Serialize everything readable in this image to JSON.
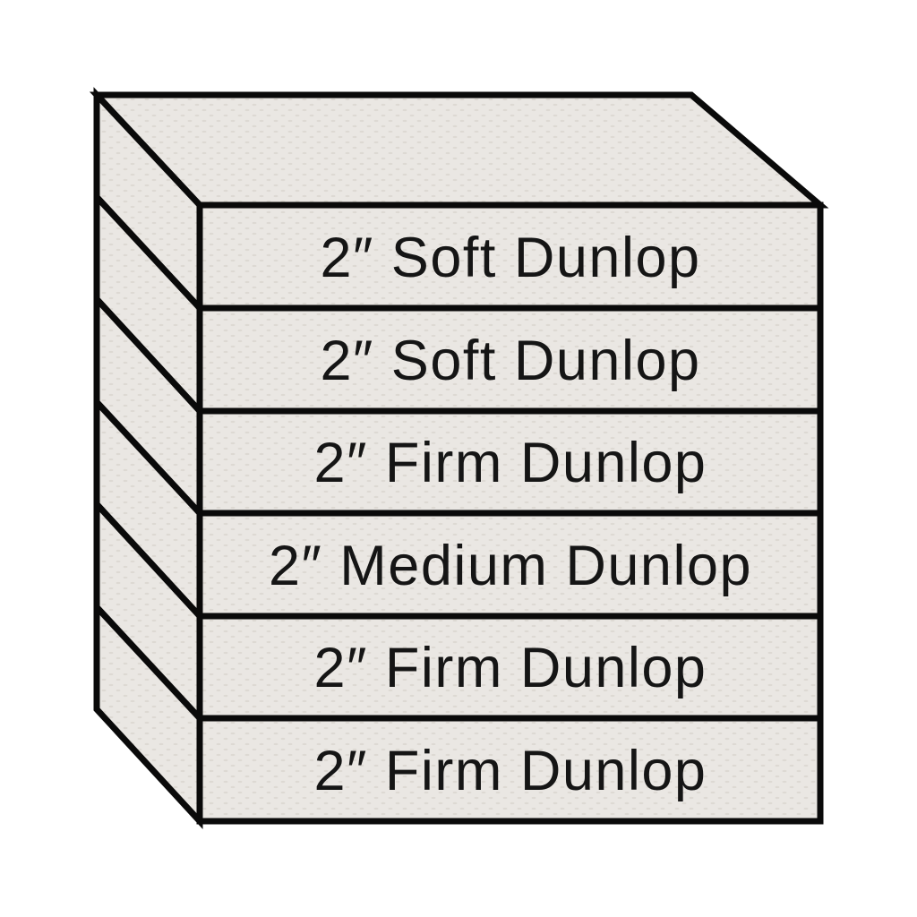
{
  "diagram": {
    "type": "mattress-layer-stack",
    "layers": [
      {
        "label": "2″ Soft Dunlop",
        "thickness": "2″",
        "firmness": "Soft",
        "material": "Dunlop"
      },
      {
        "label": "2″ Soft Dunlop",
        "thickness": "2″",
        "firmness": "Soft",
        "material": "Dunlop"
      },
      {
        "label": "2″ Firm Dunlop",
        "thickness": "2″",
        "firmness": "Firm",
        "material": "Dunlop"
      },
      {
        "label": "2″ Medium Dunlop",
        "thickness": "2″",
        "firmness": "Medium",
        "material": "Dunlop"
      },
      {
        "label": "2″ Firm Dunlop",
        "thickness": "2″",
        "firmness": "Firm",
        "material": "Dunlop"
      },
      {
        "label": "2″ Firm Dunlop",
        "thickness": "2″",
        "firmness": "Firm",
        "material": "Dunlop"
      }
    ],
    "colors": {
      "background": "#ffffff",
      "surface": "#eae7e3",
      "texture": "#ddd9d3",
      "outline": "#0a0a0a",
      "text": "#151515"
    }
  }
}
